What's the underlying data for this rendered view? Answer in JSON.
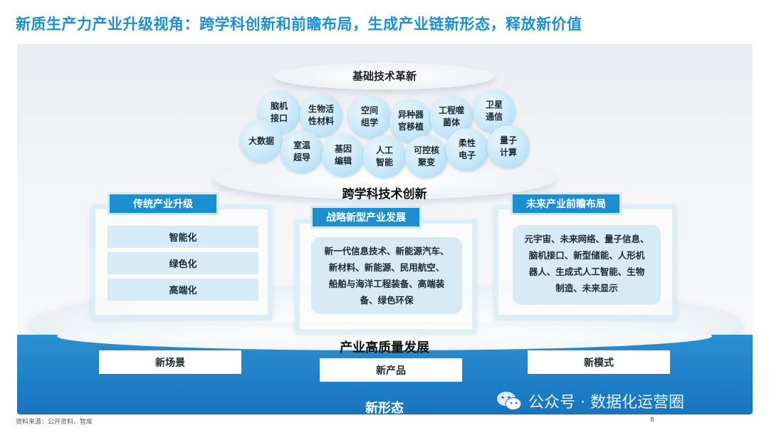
{
  "title": "新质生产力产业升级视角：跨学科创新和前瞻布局，生成产业链新形态，释放新价值",
  "foundation_label": "基础技术革新",
  "cross_label": "跨学科技术创新",
  "tech_circles": [
    {
      "text": "脑机\n接口"
    },
    {
      "text": "生物活\n性材料"
    },
    {
      "text": "空间\n组学"
    },
    {
      "text": "异种器\n官移植"
    },
    {
      "text": "工程噬\n菌体"
    },
    {
      "text": "卫星\n通信"
    },
    {
      "text": "大数据"
    },
    {
      "text": "室温\n超导"
    },
    {
      "text": "基因\n编辑"
    },
    {
      "text": "人工\n智能"
    },
    {
      "text": "可控核\n聚变"
    },
    {
      "text": "柔性\n电子"
    },
    {
      "text": "量子\n计算"
    }
  ],
  "traditional": {
    "header": "传统产业升级",
    "items": [
      "智能化",
      "绿色化",
      "高端化"
    ]
  },
  "strategic": {
    "header": "战略新型产业发展",
    "lines": [
      "新一代信息技术、新能源汽车、",
      "新材料、新能源、民用航空、",
      "船舶与海洋工程装备、高端装",
      "备、绿色环保"
    ]
  },
  "future": {
    "header": "未来产业前瞻布局",
    "lines": [
      "元宇宙、未来网络、量子信息、",
      "脑机接口、新型储能、人形机",
      "器人、生成式人工智能、生物",
      "制造、未来显示"
    ]
  },
  "quality_label": "产业高质量发展",
  "outcomes": [
    "新场景",
    "新产品",
    "新模式"
  ],
  "new_form_label": "新形态",
  "watermark": "公众号 · 数据化运营圈",
  "source": "资料来源：公开资料、智库",
  "page_number": "8",
  "colors": {
    "accent": "#1c8fd0",
    "band": "#1775bf",
    "card": "#d6ebf6"
  }
}
